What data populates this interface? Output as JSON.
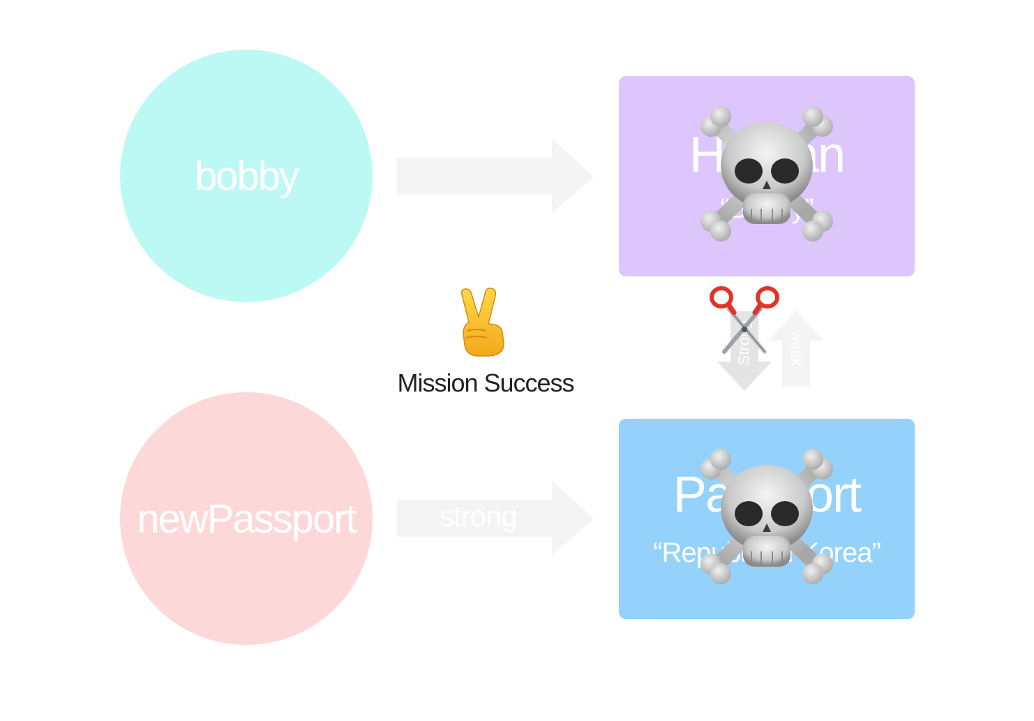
{
  "nodes": {
    "bobby": {
      "label": "bobby",
      "color": "#bdf9f4"
    },
    "newPassport": {
      "label": "newPassport",
      "color": "#fdd8d8"
    }
  },
  "cards": {
    "human": {
      "title": "Human",
      "subtitle": "“Bobby”",
      "color": "#dcc6fc",
      "status_icon": "skull-crossbones-icon"
    },
    "passport": {
      "title": "Passport",
      "subtitle": "“Republic of Korea”",
      "color": "#94d2fc",
      "status_icon": "skull-crossbones-icon"
    }
  },
  "arrows": {
    "bobby_to_human": {
      "label": ""
    },
    "newpassport_to_passport": {
      "label": "strong"
    },
    "human_to_passport": {
      "label": "Strong"
    },
    "passport_to_human": {
      "label": "weak"
    }
  },
  "status": {
    "icon": "peace-hand-icon",
    "caption": "Mission Success",
    "cut_icon": "scissors-icon"
  }
}
